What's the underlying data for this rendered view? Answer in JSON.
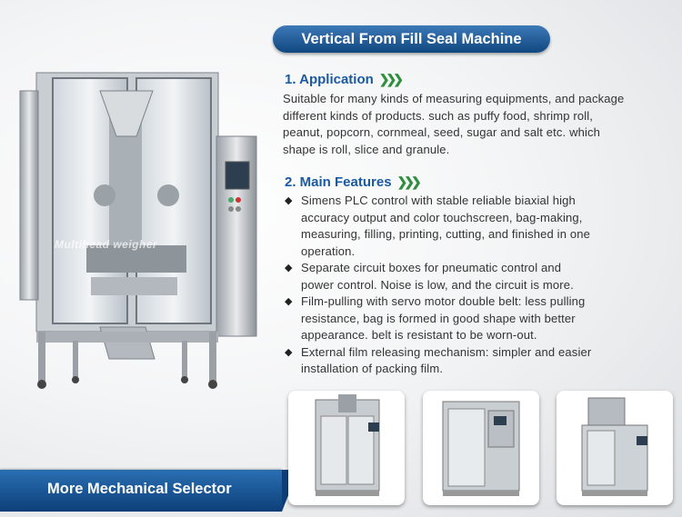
{
  "title": "Vertical From Fill Seal Machine",
  "application": {
    "heading": "1. Application",
    "lines": [
      "Suitable for many kinds of measuring equipments, and package",
      "different kinds of products. such as puffy food, shrimp roll,",
      "peanut, popcorn, cornmeal, seed, sugar and salt etc. which",
      "shape is roll, slice and granule."
    ]
  },
  "features": {
    "heading": "2. Main Features",
    "items": [
      {
        "lines": [
          "Simens PLC control with stable reliable biaxial high",
          "accuracy output and color touchscreen, bag-making,",
          "measuring, filling, printing, cutting, and finished in one",
          "operation."
        ]
      },
      {
        "lines": [
          "Separate circuit boxes for pneumatic control and",
          "power control. Noise is low, and the circuit is more."
        ]
      },
      {
        "lines": [
          "Film-pulling with servo motor double belt: less pulling",
          "resistance, bag is formed in good shape with better",
          "appearance. belt is resistant to be worn-out."
        ]
      },
      {
        "lines": [
          "External film releasing mechanism: simpler and easier",
          "installation of packing film."
        ]
      }
    ]
  },
  "watermark": "Multihead weigher",
  "bottom": {
    "label": "More Mechanical Selector"
  },
  "colors": {
    "accent": "#1b5aa0",
    "chevron": "#2f8f3e",
    "pill": "#10477f"
  }
}
